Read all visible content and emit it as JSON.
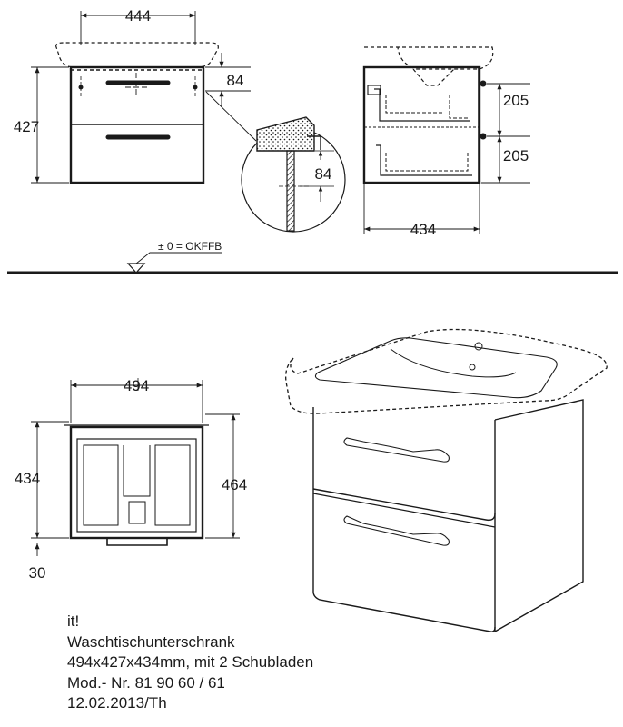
{
  "top_front_view": {
    "width_label": "444",
    "height_label": "427",
    "offset_label": "84"
  },
  "detail_view": {
    "offset_label": "84"
  },
  "top_side_view": {
    "upper_drawer_label": "205",
    "lower_drawer_label": "205",
    "depth_label": "434"
  },
  "floor_reference": {
    "label": "± 0 = OKFFB"
  },
  "bottom_plan_view": {
    "width_label": "494",
    "left_height_label": "434",
    "right_height_label": "464",
    "base_label": "30"
  },
  "caption": {
    "name": "it!",
    "product": "Waschtischunterschrank",
    "dimensions": "494x427x434mm, mit 2 Schubladen",
    "model": "Mod.- Nr. 81 90 60 / 61",
    "date": "12.02.2013/Th"
  },
  "colors": {
    "line": "#1a1a1a"
  }
}
